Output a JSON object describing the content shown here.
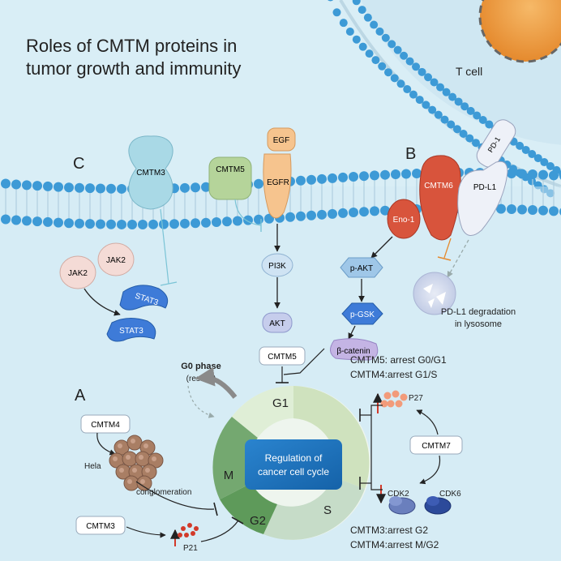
{
  "title_line1": "Roles of CMTM proteins in",
  "title_line2": "tumor growth and immunity",
  "t_cell": "T cell",
  "panels": {
    "a": "A",
    "b": "B",
    "c": "C"
  },
  "proteins": {
    "cmtm3": "CMTM3",
    "cmtm5": "CMTM5",
    "egfr": "EGFR",
    "egf": "EGF",
    "cmtm6": "CMTM6",
    "eno1": "Eno-1",
    "pdl1": "PD-L1",
    "pd1": "PD-1",
    "jak2_left": "JAK2",
    "jak2_right": "JAK2",
    "stat3_top": "STAT3",
    "stat3_bottom": "STAT3",
    "pi3k": "PI3K",
    "akt": "AKT",
    "p_akt": "p-AKT",
    "p_gsk": "p-GSK",
    "beta_catenin": "β-catenin",
    "cmtm5_box": "CMTM5",
    "cmtm4_box": "CMTM4",
    "cmtm3_box": "CMTM3",
    "cmtm7_box": "CMTM7",
    "p27": "P27",
    "p21": "P21",
    "cdk2": "CDK2",
    "cdk6": "CDK6"
  },
  "lysosome_line1": "PD-L1 degradation",
  "lysosome_line2": "in lysosome",
  "cmtm5_arrest": "CMTM5: arrest G0/G1",
  "cmtm4_arrest_g1s": "CMTM4:arrest G1/S",
  "cmtm3_arrest": "CMTM3:arrest G2",
  "cmtm4_arrest_mg2": "CMTM4:arrest M/G2",
  "g0_phase": "G0 phase",
  "g0_resting": "(resting)",
  "hela": "Hela",
  "conglomeration": "conglomeration",
  "cycle": {
    "center_line1": "Regulation of",
    "center_line2": "cancer cell cycle",
    "g1": "G1",
    "s": "S",
    "g2": "G2",
    "m": "M"
  },
  "colors": {
    "background": "#d9eef6",
    "membrane_head": "#3d9ad6",
    "tcell_nucleus": "#f0a24a",
    "cycle_center": "#1f78c1",
    "cmtm6": "#d8543c",
    "cmtm3": "#a9d9e6",
    "cmtm5": "#b5d49a",
    "egfr": "#f6c48e",
    "inhibition_line": "#7bc4d6"
  }
}
